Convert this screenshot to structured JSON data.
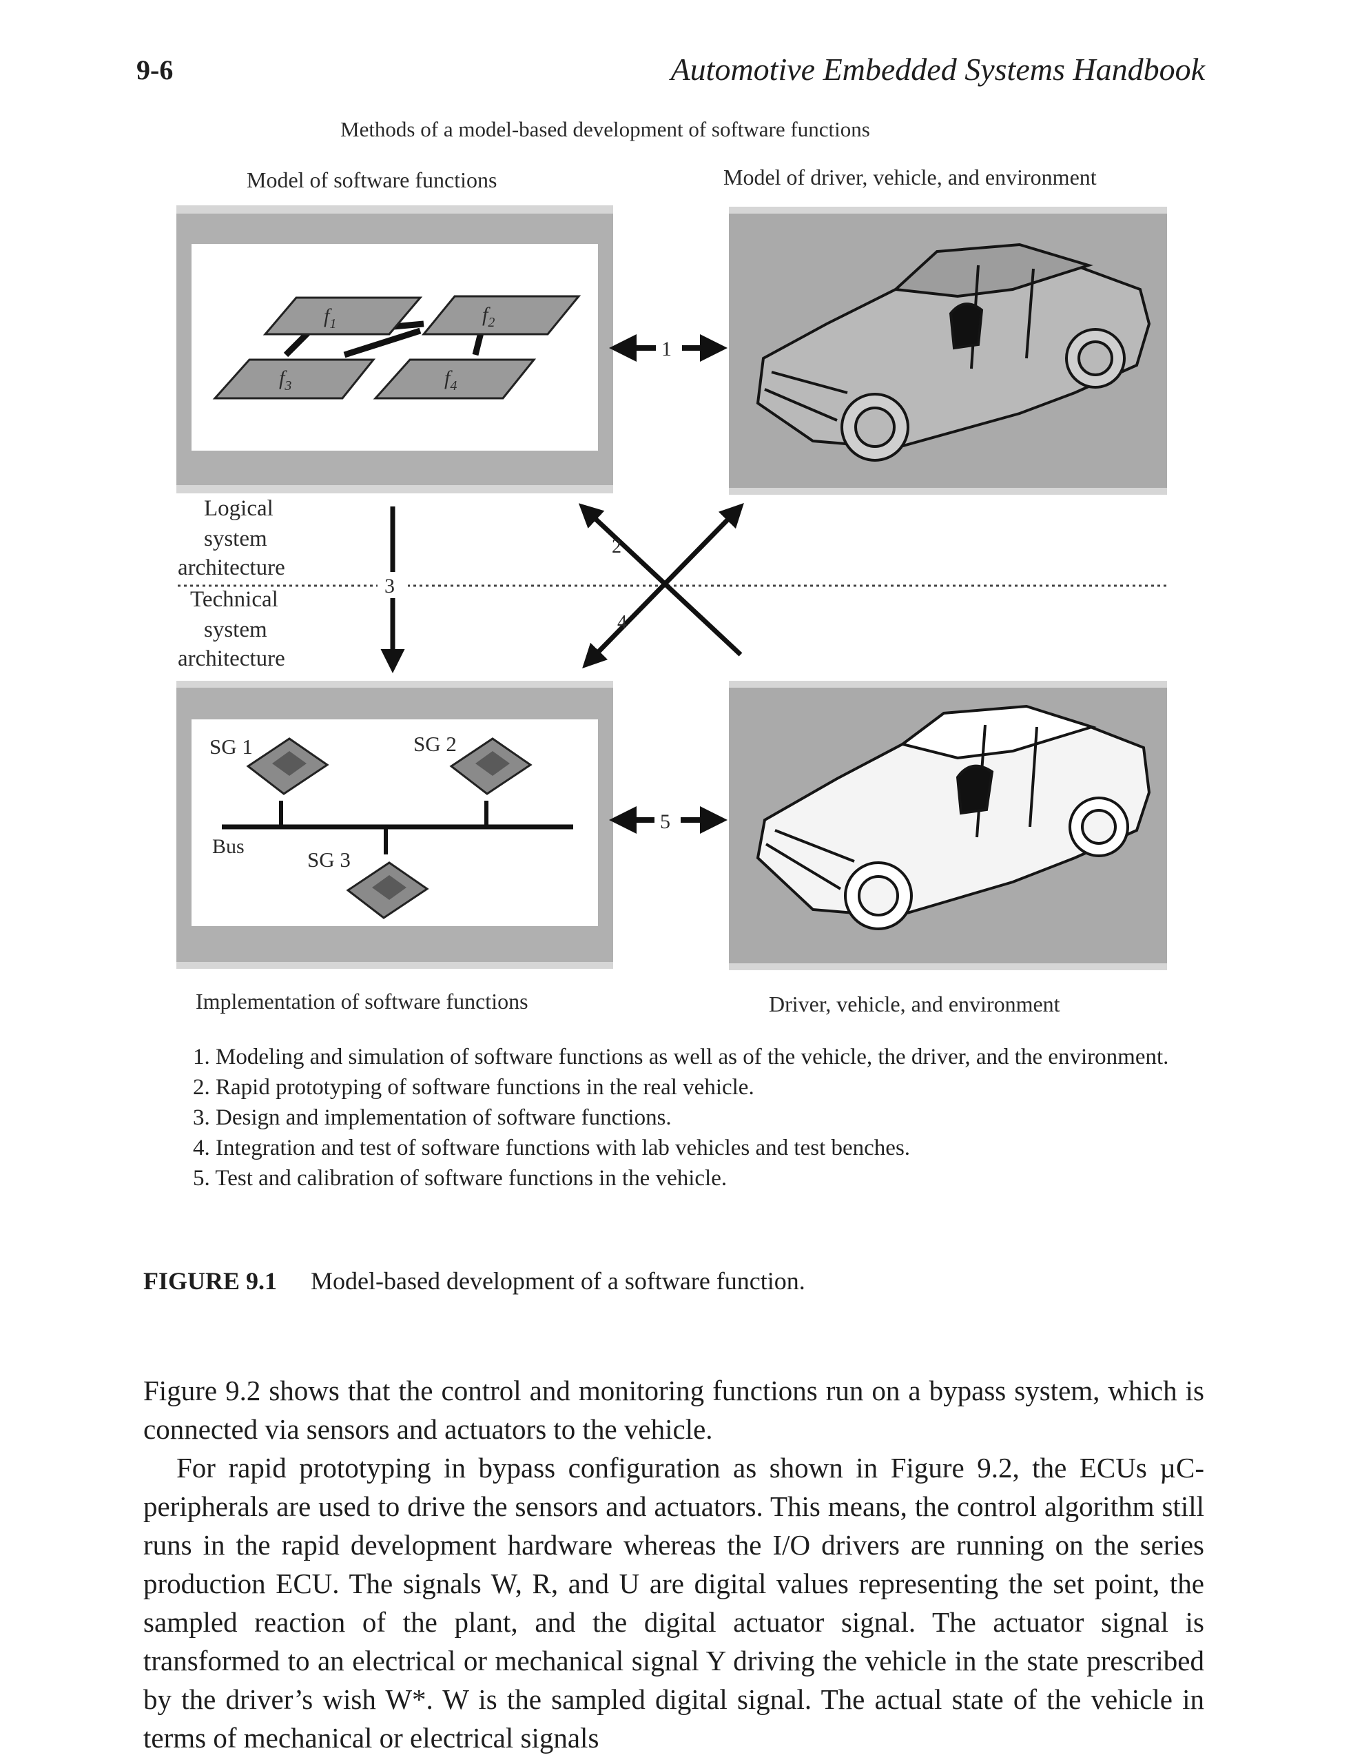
{
  "header": {
    "page_number": "9-6",
    "book_title": "Automotive Embedded Systems Handbook"
  },
  "figure": {
    "top_title": "Methods of a model-based development of software functions",
    "label_model_sw": "Model of software functions",
    "label_model_env": "Model of driver, vehicle, and environment",
    "label_impl": "Implementation of software functions",
    "label_env": "Driver, vehicle, and environment",
    "logical": [
      "Logical",
      "system",
      "architecture"
    ],
    "technical": [
      "Technical",
      "system",
      "architecture"
    ],
    "func_letter": "f",
    "functions": [
      "1",
      "2",
      "3",
      "4"
    ],
    "ecus": [
      "SG 1",
      "SG 2",
      "SG 3"
    ],
    "bus_label": "Bus",
    "arrows": [
      "1",
      "2",
      "3",
      "4",
      "5"
    ],
    "items": [
      "1. Modeling and simulation of software functions as well as of the vehicle, the driver, and the environment.",
      "2. Rapid prototyping of software functions in the real vehicle.",
      "3. Design and implementation of software functions.",
      "4. Integration and test of software functions with lab vehicles and test benches.",
      "5. Test and calibration of software functions in the vehicle."
    ],
    "caption_label": "FIGURE 9.1",
    "caption_text": "Model-based development of a software function."
  },
  "body": {
    "p1": "Figure 9.2 shows that the control and monitoring functions run on a bypass system, which is connected via sensors and actuators to the vehicle.",
    "p2": "For rapid prototyping in bypass configuration as shown in Figure 9.2, the ECUs µC-peripherals are used to drive the sensors and actuators. This means, the control algorithm still runs in the rapid development hardware whereas the I/O drivers are running on the series production ECU. The signals W, R, and U are digital values representing the set point, the sampled reaction of the plant, and the digital actuator signal. The actuator signal is transformed to an electrical or mechanical signal Y driving the vehicle in the state prescribed by the driver’s wish W*. W is the sampled digital signal. The actual state of the vehicle in terms of mechanical or electrical signals"
  }
}
